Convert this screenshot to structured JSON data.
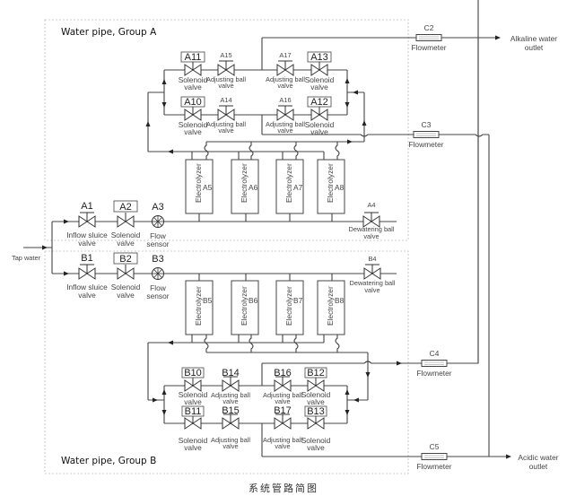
{
  "caption": "系统管路简图",
  "groups": {
    "a": {
      "title": "Water pipe, Group A"
    },
    "b": {
      "title": "Water pipe, Group B"
    }
  },
  "inlet": {
    "label": "Tap water"
  },
  "outlets": {
    "alkaline": {
      "line1": "Alkaline water",
      "line2": "outlet"
    },
    "acidic": {
      "line1": "Acidic water",
      "line2": "outlet"
    }
  },
  "flowmeters": [
    {
      "id": "C2",
      "label": "Flowmeter"
    },
    {
      "id": "C3",
      "label": "Flowmeter"
    },
    {
      "id": "C4",
      "label": "Flowmeter"
    },
    {
      "id": "C5",
      "label": "Flowmeter"
    }
  ],
  "group_a": {
    "inlet_valves": [
      {
        "id": "A1",
        "line1": "Inflow sluice",
        "line2": "valve"
      },
      {
        "id": "A2",
        "line1": "Solenoid",
        "line2": "valve"
      },
      {
        "id": "A3",
        "line1": "Flow",
        "line2": "sensor"
      }
    ],
    "dewatering": {
      "id": "A4",
      "line1": "Dewatering ball",
      "line2": "valve"
    },
    "electrolyzers": [
      {
        "id": "A5",
        "label": "Electrolyzer"
      },
      {
        "id": "A6",
        "label": "Electrolyzer"
      },
      {
        "id": "A7",
        "label": "Electrolyzer"
      },
      {
        "id": "A8",
        "label": "Electrolyzer"
      }
    ],
    "manifold_valves": [
      {
        "id": "A11",
        "line1": "Solenoid",
        "line2": "valve"
      },
      {
        "id": "A15",
        "line1": "Adjusting ball",
        "line2": "valve"
      },
      {
        "id": "A17",
        "line1": "Adjusting ball",
        "line2": "valve"
      },
      {
        "id": "A13",
        "line1": "Solenoid",
        "line2": "valve"
      },
      {
        "id": "A10",
        "line1": "Solenoid",
        "line2": "valve"
      },
      {
        "id": "A14",
        "line1": "Adjusting ball",
        "line2": "valve"
      },
      {
        "id": "A16",
        "line1": "Adjusting ball",
        "line2": "valve"
      },
      {
        "id": "A12",
        "line1": "Solenoid",
        "line2": "valve"
      }
    ]
  },
  "group_b": {
    "inlet_valves": [
      {
        "id": "B1",
        "line1": "Inflow sluice",
        "line2": "valve"
      },
      {
        "id": "B2",
        "line1": "Solenoid",
        "line2": "valve"
      },
      {
        "id": "B3",
        "line1": "Flow",
        "line2": "sensor"
      }
    ],
    "dewatering": {
      "id": "B4",
      "line1": "Dewatering ball",
      "line2": "valve"
    },
    "electrolyzers": [
      {
        "id": "B5",
        "label": "Electrolyzer"
      },
      {
        "id": "B6",
        "label": "Electrolyzer"
      },
      {
        "id": "B7",
        "label": "Electrolyzer"
      },
      {
        "id": "B8",
        "label": "Electrolyzer"
      }
    ],
    "manifold_valves": [
      {
        "id": "B10",
        "line1": "Solenoid",
        "line2": "valve"
      },
      {
        "id": "B14",
        "line1": "Adjusting ball",
        "line2": "valve"
      },
      {
        "id": "B16",
        "line1": "Adjusting ball",
        "line2": "valve"
      },
      {
        "id": "B12",
        "line1": "Solenoid",
        "line2": "valve"
      },
      {
        "id": "B11",
        "line1": "Solenoid",
        "line2": "valve"
      },
      {
        "id": "B15",
        "line1": "Adjusting ball",
        "line2": "valve"
      },
      {
        "id": "B17",
        "line1": "Adjusting ball",
        "line2": "valve"
      },
      {
        "id": "B13",
        "line1": "Solenoid",
        "line2": "valve"
      }
    ]
  }
}
